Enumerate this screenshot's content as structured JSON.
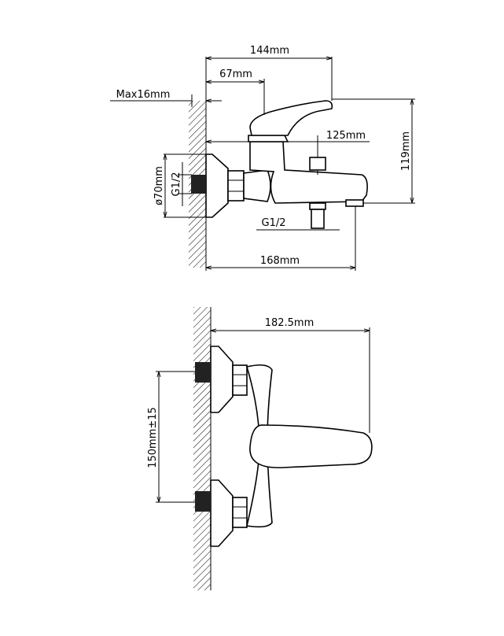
{
  "top_view": {
    "dim_overall_width": "144mm",
    "dim_handle_offset": "67mm",
    "dim_wall_max": "Max16mm",
    "dim_diverter_offset": "125mm",
    "dim_height": "119mm",
    "dim_flange_dia": "ø70mm",
    "dim_inlet_thread": "G1/2",
    "dim_outlet_thread": "G1/2",
    "dim_depth": "168mm"
  },
  "bottom_view": {
    "dim_reach": "182.5mm",
    "dim_centers": "150mm±15"
  },
  "colors": {
    "line": "#000000",
    "background": "#ffffff"
  }
}
